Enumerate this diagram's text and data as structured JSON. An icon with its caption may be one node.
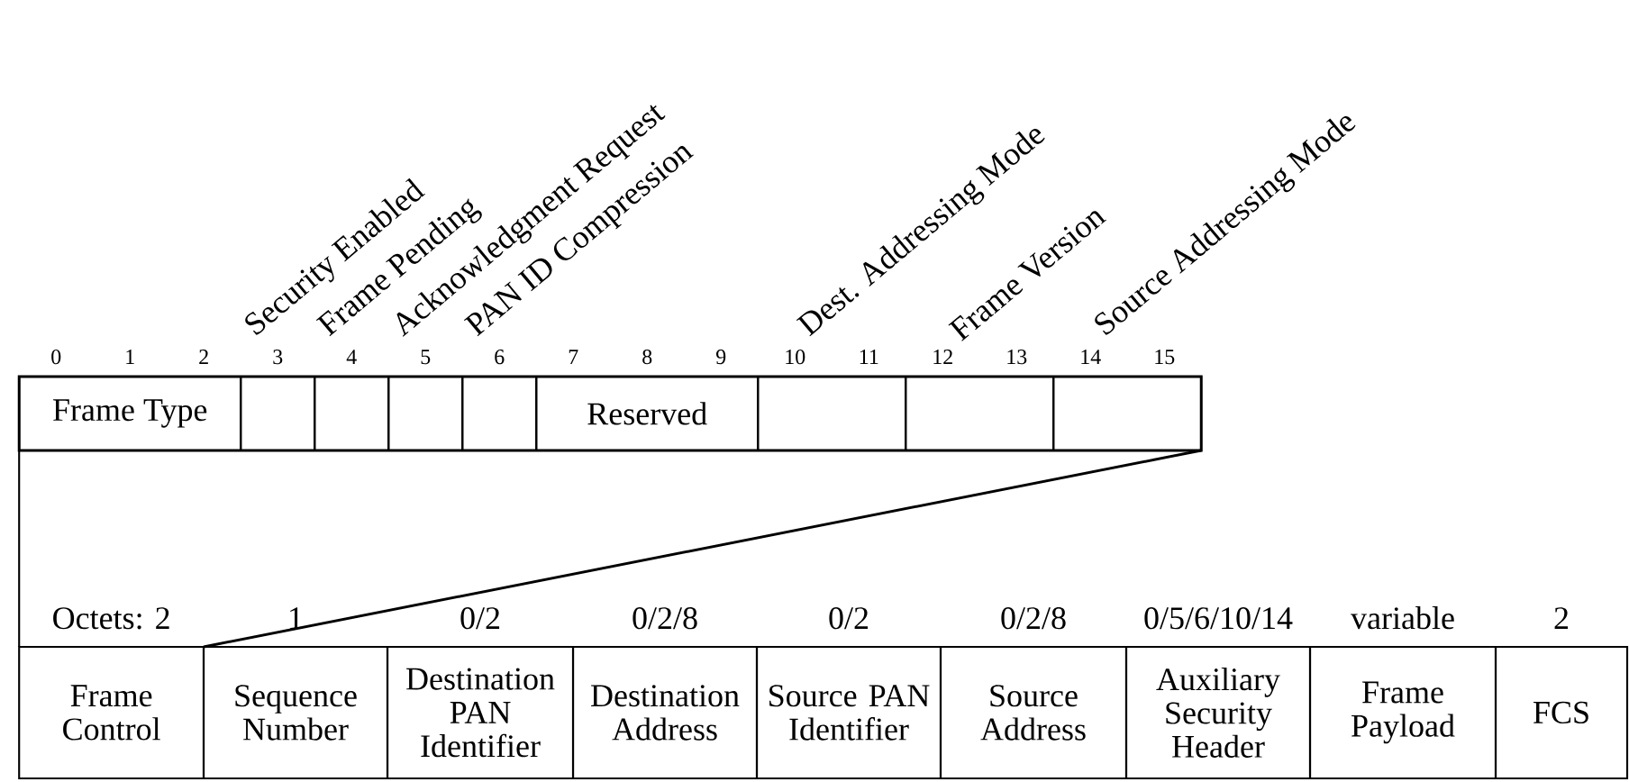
{
  "diagram": {
    "nodes": [
      {
        "text": [],
        "shape": "bar"
      },
      {
        "text": [
          "Frame Type"
        ],
        "in": 0
      },
      {
        "text": [
          "Security Enabled"
        ],
        "in": 0
      },
      {
        "text": [
          "Frame Pending"
        ],
        "in": 0
      },
      {
        "text": [
          "Acknowledgment Request"
        ],
        "in": 0
      },
      {
        "text": [
          "PAN ID Compression"
        ],
        "in": 0
      },
      {
        "text": [
          "Reserved"
        ],
        "in": 0
      },
      {
        "text": [
          "Dest. Addressing Mode"
        ],
        "in": 0
      },
      {
        "text": [
          "Frame Version"
        ],
        "in": 0
      },
      {
        "text": [
          "Source Addressing Mode"
        ],
        "in": 0
      },
      {
        "text": [
          "Frame Control"
        ],
        "beside": [
          "Octets: 2"
        ]
      },
      {
        "text": [
          "Sequence Number"
        ],
        "beside": [
          "1"
        ]
      },
      {
        "text": [
          "Destination PAN Identifier"
        ],
        "beside": [
          "0/2"
        ]
      },
      {
        "text": [
          "Destination Address"
        ],
        "beside": [
          "0/2/8"
        ]
      },
      {
        "text": [
          "Source PAN Identifier"
        ],
        "beside": [
          "0/2"
        ]
      },
      {
        "text": [
          "Source Address"
        ],
        "beside": [
          "0/2/8"
        ]
      },
      {
        "text": [
          "Auxiliary Security Header"
        ],
        "beside": [
          "0/5/6/10/14"
        ]
      },
      {
        "text": [
          "Frame Payload"
        ],
        "beside": [
          "variable"
        ]
      },
      {
        "text": [
          "FCS"
        ],
        "beside": [
          "2"
        ]
      }
    ],
    "edges": [
      {
        "from": 10,
        "to": 0,
        "arrow": "none"
      },
      {
        "from": 10,
        "to": 0,
        "arrow": "none"
      }
    ],
    "labels": [
      "0",
      "1",
      "2",
      "3",
      "4",
      "5",
      "6",
      "7",
      "8",
      "9",
      "10",
      "11",
      "12",
      "13",
      "14",
      "15"
    ]
  }
}
